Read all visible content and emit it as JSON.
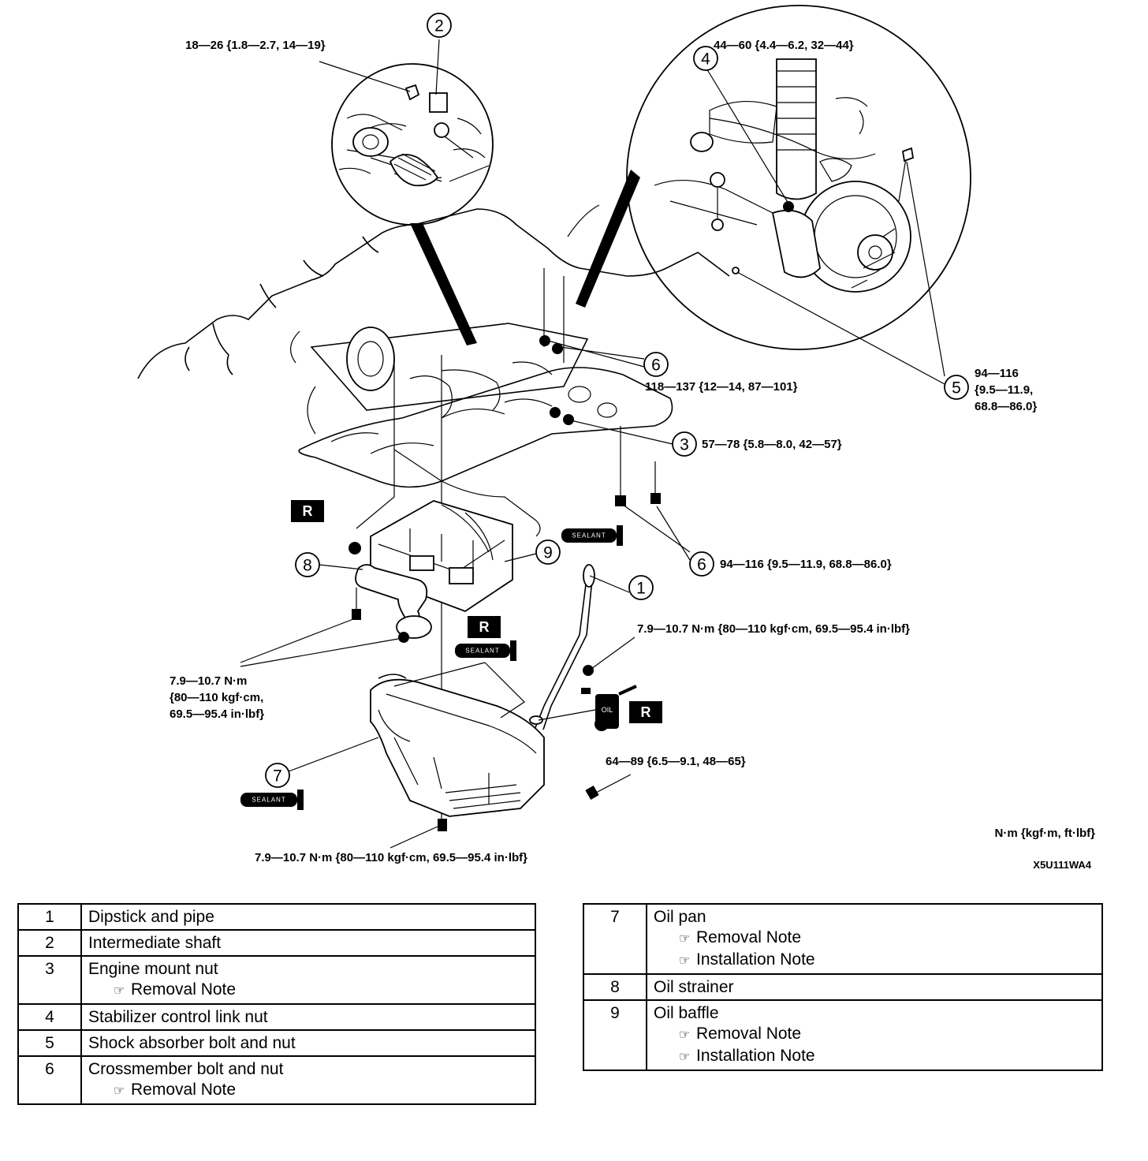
{
  "diagram": {
    "torque_labels": {
      "t2": "18—26 {1.8—2.7, 14—19}",
      "t4": "44—60 {4.4—6.2, 32—44}",
      "t6a": "118—137 {12—14, 87—101}",
      "t5_line1": "94—116",
      "t5_line2": "{9.5—11.9,",
      "t5_line3": "68.8—86.0}",
      "t3": "57—78 {5.8—8.0, 42—57}",
      "t6b": "94—116 {9.5—11.9, 68.8—86.0}",
      "t1": "7.9—10.7 N·m {80—110 kgf·cm, 69.5—95.4 in·lbf}",
      "t8_line1": "7.9—10.7 N·m",
      "t8_line2": "{80—110 kgf·cm,",
      "t8_line3": "69.5—95.4 in·lbf}",
      "t_drain": "64—89 {6.5—9.1, 48—65}",
      "t_pan": "7.9—10.7 N·m {80—110 kgf·cm, 69.5—95.4 in·lbf}"
    },
    "callouts": {
      "c1": "1",
      "c2": "2",
      "c3": "3",
      "c4": "4",
      "c5": "5",
      "c6a": "6",
      "c6b": "6",
      "c7": "7",
      "c8": "8",
      "c9": "9"
    },
    "tags": {
      "replace": "R",
      "sealant": "SEALANT",
      "oil": "OIL"
    },
    "units": "N·m {kgf·m, ft·lbf}",
    "figure_code": "X5U111WA4"
  },
  "parts_table_left": [
    {
      "num": "1",
      "name": "Dipstick and pipe",
      "notes": []
    },
    {
      "num": "2",
      "name": "Intermediate shaft",
      "notes": []
    },
    {
      "num": "3",
      "name": "Engine mount nut",
      "notes": [
        "Removal Note"
      ]
    },
    {
      "num": "4",
      "name": "Stabilizer control link nut",
      "notes": []
    },
    {
      "num": "5",
      "name": "Shock absorber bolt and nut",
      "notes": []
    },
    {
      "num": "6",
      "name": "Crossmember bolt and nut",
      "notes": [
        "Removal Note"
      ]
    }
  ],
  "parts_table_right": [
    {
      "num": "7",
      "name": "Oil pan",
      "notes": [
        "Removal Note",
        "Installation Note"
      ]
    },
    {
      "num": "8",
      "name": "Oil strainer",
      "notes": []
    },
    {
      "num": "9",
      "name": "Oil baffle",
      "notes": [
        "Removal Note",
        "Installation Note"
      ]
    }
  ],
  "note_icon": "pointing-hand-icon"
}
